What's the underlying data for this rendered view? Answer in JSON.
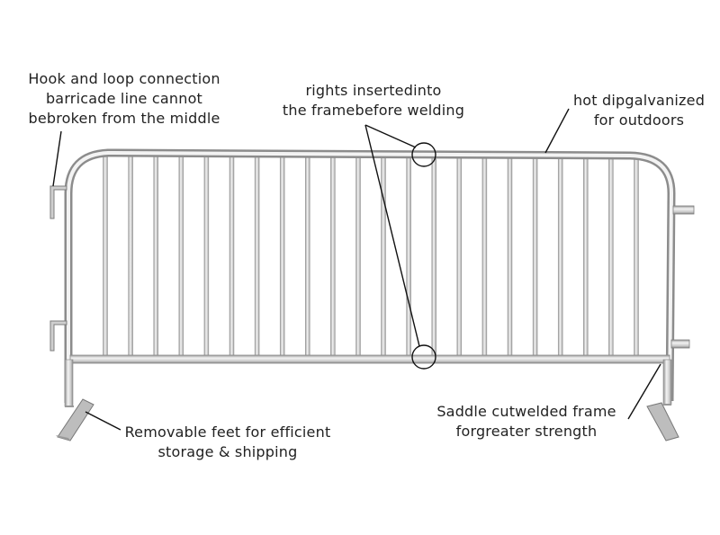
{
  "annotations": {
    "hook": {
      "line1": "Hook and loop connection",
      "line2": "barricade line cannot",
      "line3": "bebroken from the middle"
    },
    "rights": {
      "line1": "rights insertedinto",
      "line2": "the framebefore welding"
    },
    "hot": {
      "line1": "hot dipgalvanized",
      "line2": "for outdoors"
    },
    "feet": {
      "line1": "Removable feet for efficient",
      "line2": "storage & shipping"
    },
    "saddle": {
      "line1": "Saddle cutwelded frame",
      "line2": "forgreater strength"
    }
  },
  "barricade": {
    "picket_count": 22,
    "colors": {
      "metal_light": "#eeeeee",
      "metal_mid": "#c9c9c9",
      "metal_dark": "#8e8e8e",
      "callout": "#111111"
    }
  }
}
